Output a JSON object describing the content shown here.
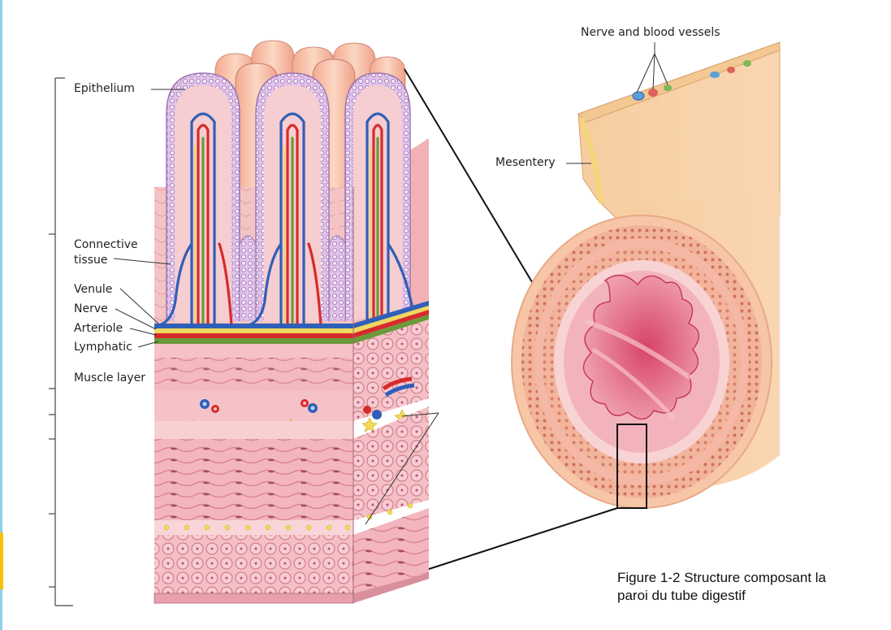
{
  "labels": {
    "epithelium": "Epithelium",
    "connective": "Connective tissue",
    "venule": "Venule",
    "nerve": "Nerve",
    "arteriole": "Arteriole",
    "lymphatic": "Lymphatic",
    "muscle": "Muscle layer",
    "mesentery": "Mesentery",
    "nerve_vessels": "Nerve and blood vessels"
  },
  "caption": {
    "line1": "Figure 1-2 Structure composant la",
    "line2": "paroi du tube digestif"
  },
  "colors": {
    "tissue_pink": "#f2b8bf",
    "epithelium_purple": "#c8a0d8",
    "vein_blue": "#2f5fb8",
    "artery_red": "#d62b2b",
    "nerve_yellow": "#f0d860",
    "lymph_green": "#6a9a3a",
    "serosa_peach": "#f6cfa4"
  }
}
